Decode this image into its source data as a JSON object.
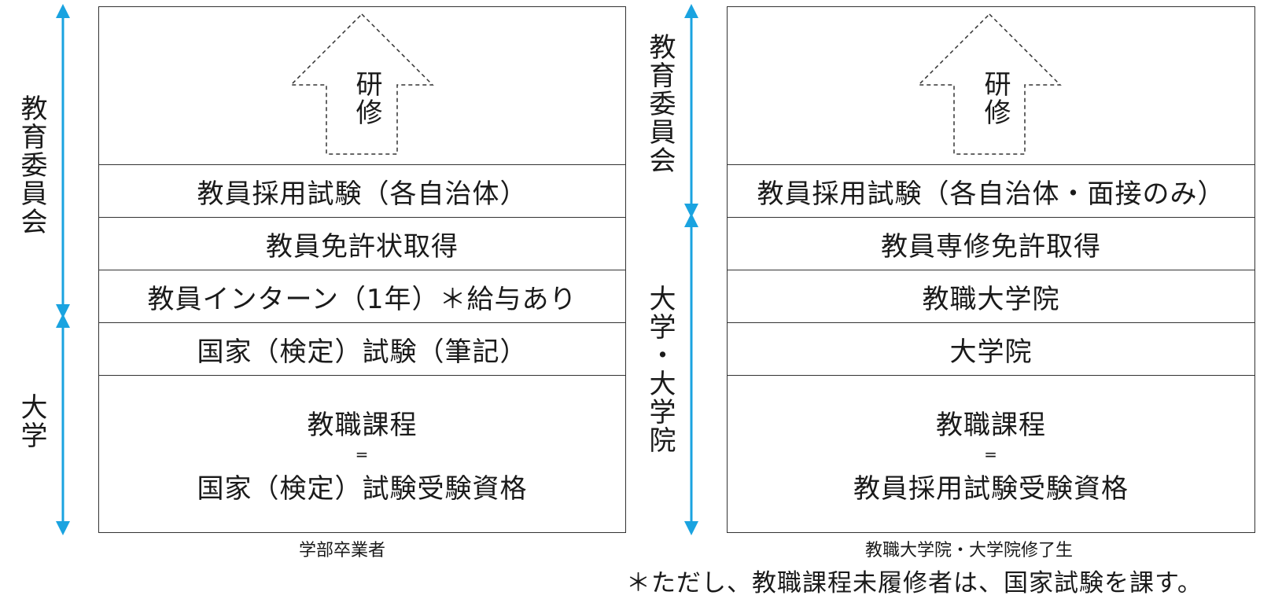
{
  "left": {
    "side_labels": {
      "top": "教育委員会",
      "bottom": "大学"
    },
    "training": "研修",
    "rows": [
      "教員採用試験（各自治体）",
      "教員免許状取得",
      "教員インターン（1年）＊給与あり",
      "国家（検定）試験（筆記）"
    ],
    "base": {
      "line1": "教職課程",
      "equals": "=",
      "line2": "国家（検定）試験受験資格"
    },
    "caption": "学部卒業者"
  },
  "right": {
    "side_labels": {
      "top": "教育委員会",
      "bottom": "大学・大学院"
    },
    "training": "研修",
    "rows": [
      "教員採用試験（各自治体・面接のみ）",
      "教員専修免許取得",
      "教職大学院",
      "大学院"
    ],
    "base": {
      "line1": "教職課程",
      "equals": "=",
      "line2": "教員採用試験受験資格"
    },
    "caption": "教職大学院・大学院修了生"
  },
  "footnote": "＊ただし、教職課程未履修者は、国家試験を課す。",
  "colors": {
    "arrow": "#1aa3e0",
    "border": "#333333"
  }
}
